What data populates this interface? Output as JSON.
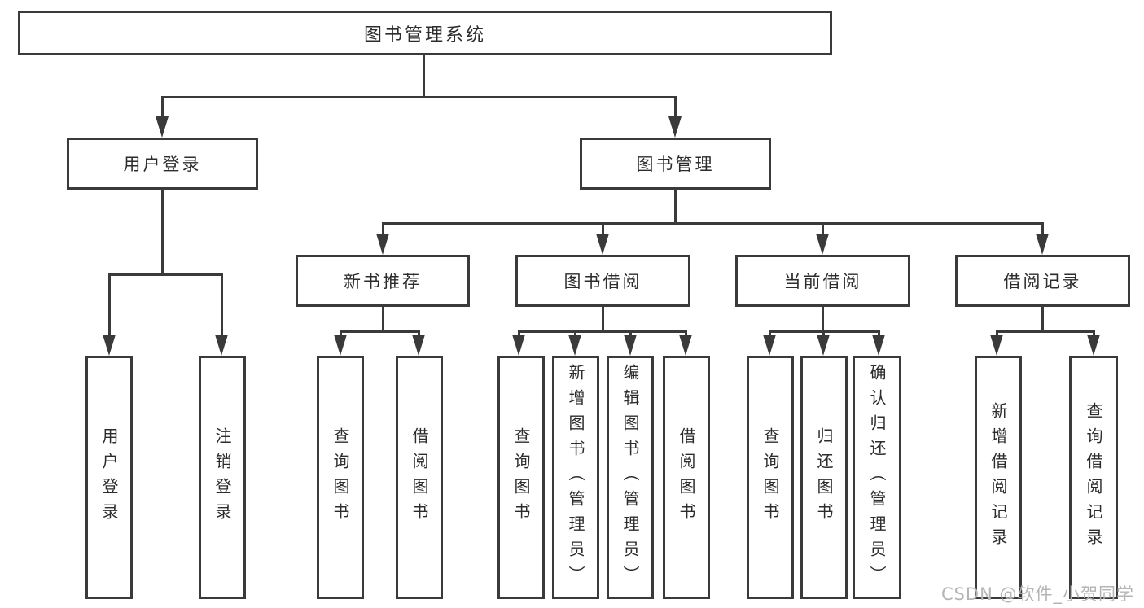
{
  "tree": {
    "root": {
      "label": "图书管理系统"
    },
    "branches": [
      {
        "label": "用户登录",
        "children": [
          "用户登录",
          "注销登录"
        ]
      },
      {
        "label": "图书管理",
        "sections": [
          {
            "label": "新书推荐",
            "children": [
              "查询图书",
              "借阅图书"
            ]
          },
          {
            "label": "图书借阅",
            "children": [
              "查询图书",
              "新增图书（管理员）",
              "编辑图书（管理员）",
              "借阅图书"
            ]
          },
          {
            "label": "当前借阅",
            "children": [
              "查询图书",
              "归还图书",
              "确认归还（管理员）"
            ]
          },
          {
            "label": "借阅记录",
            "children": [
              "新增借阅记录",
              "查询借阅记录"
            ]
          }
        ]
      }
    ]
  },
  "watermark": "CSDN @软件_小贺同学",
  "colors": {
    "line": "#3a3a3a",
    "text": "#2c2c2c",
    "background": "#ffffff",
    "watermark": "#b5b5b5"
  }
}
